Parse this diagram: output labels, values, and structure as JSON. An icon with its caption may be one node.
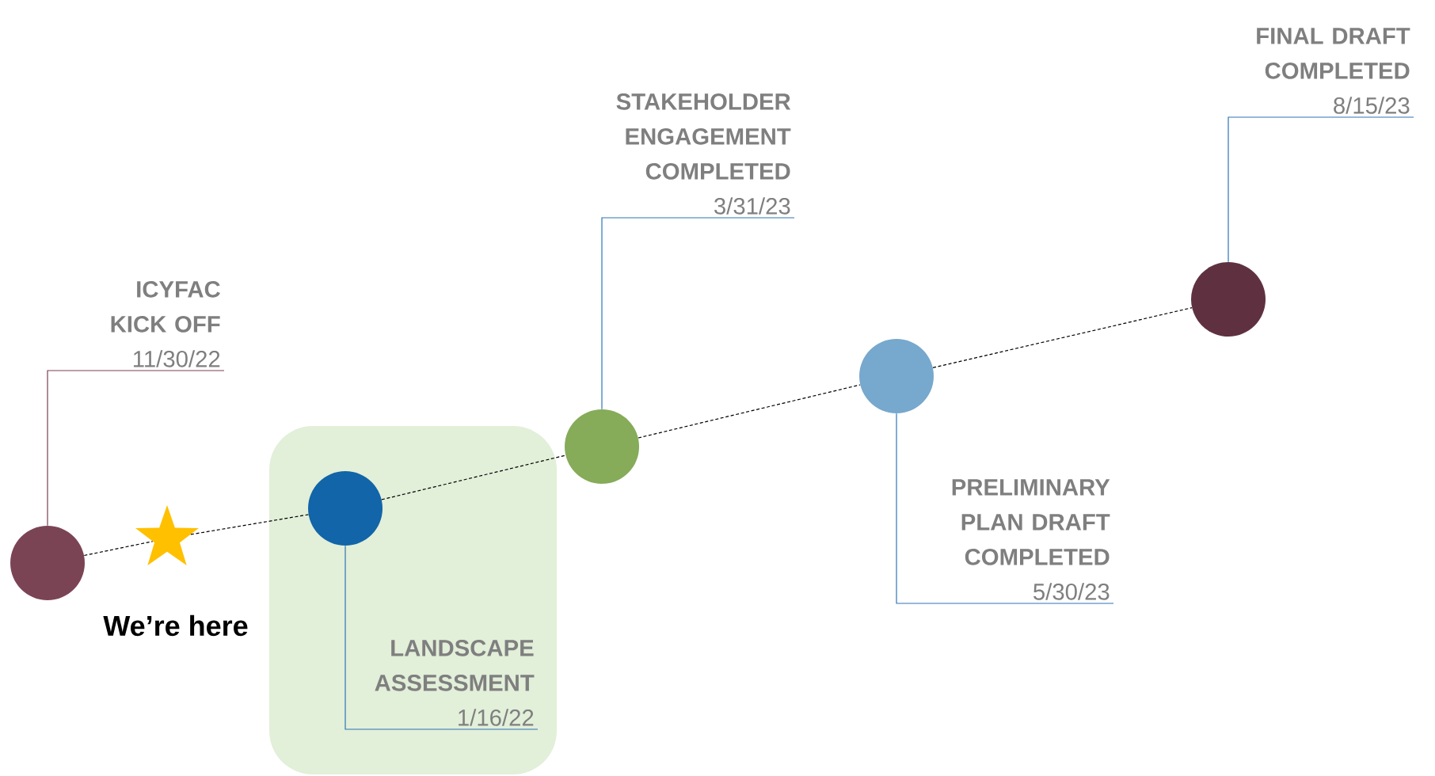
{
  "diagram": {
    "nodes": [
      {
        "text": [
          "ICYFAC KICK OFF",
          "11/30/22"
        ]
      },
      {
        "text": [],
        "shape": "circle"
      },
      {
        "text": [],
        "shape": "star"
      },
      {
        "text": [],
        "shape": "box"
      },
      {
        "text": [],
        "shape": "circle",
        "in": 3
      },
      {
        "text": [
          "LANDSCAPE ASSESSMENT",
          "1/16/22"
        ],
        "in": 3
      },
      {
        "text": [
          "STAKEHOLDER ENGAGEMENT COMPLETED",
          "3/31/23"
        ]
      },
      {
        "text": [],
        "shape": "circle"
      },
      {
        "text": [],
        "shape": "circle"
      },
      {
        "text": [
          "PRELIMINARY PLAN DRAFT COMPLETED",
          "5/30/23"
        ]
      },
      {
        "text": [
          "FINAL DRAFT COMPLETED",
          "8/15/23"
        ]
      },
      {
        "text": [],
        "shape": "circle"
      }
    ],
    "edges": [
      {
        "from": 0,
        "to": 1,
        "arrow": "none",
        "color": "#7b3f51"
      },
      {
        "from": 1,
        "to": 2,
        "arrow": "none",
        "style": "dashed"
      },
      {
        "from": 2,
        "to": 4,
        "arrow": "none",
        "style": "dashed"
      },
      {
        "from": 4,
        "to": 7,
        "arrow": "none",
        "style": "dashed"
      },
      {
        "from": 7,
        "to": 8,
        "arrow": "none",
        "style": "dashed"
      },
      {
        "from": 8,
        "to": 11,
        "arrow": "none",
        "style": "dashed"
      },
      {
        "from": 5,
        "to": 4,
        "arrow": "none",
        "color": "#2e75b6"
      },
      {
        "from": 6,
        "to": 7,
        "arrow": "none",
        "color": "#2e75b6"
      },
      {
        "from": 9,
        "to": 8,
        "arrow": "none",
        "color": "#2e75b6"
      },
      {
        "from": 10,
        "to": 11,
        "arrow": "none",
        "color": "#2e75b6"
      }
    ],
    "labels": [
      "We’re here"
    ]
  }
}
